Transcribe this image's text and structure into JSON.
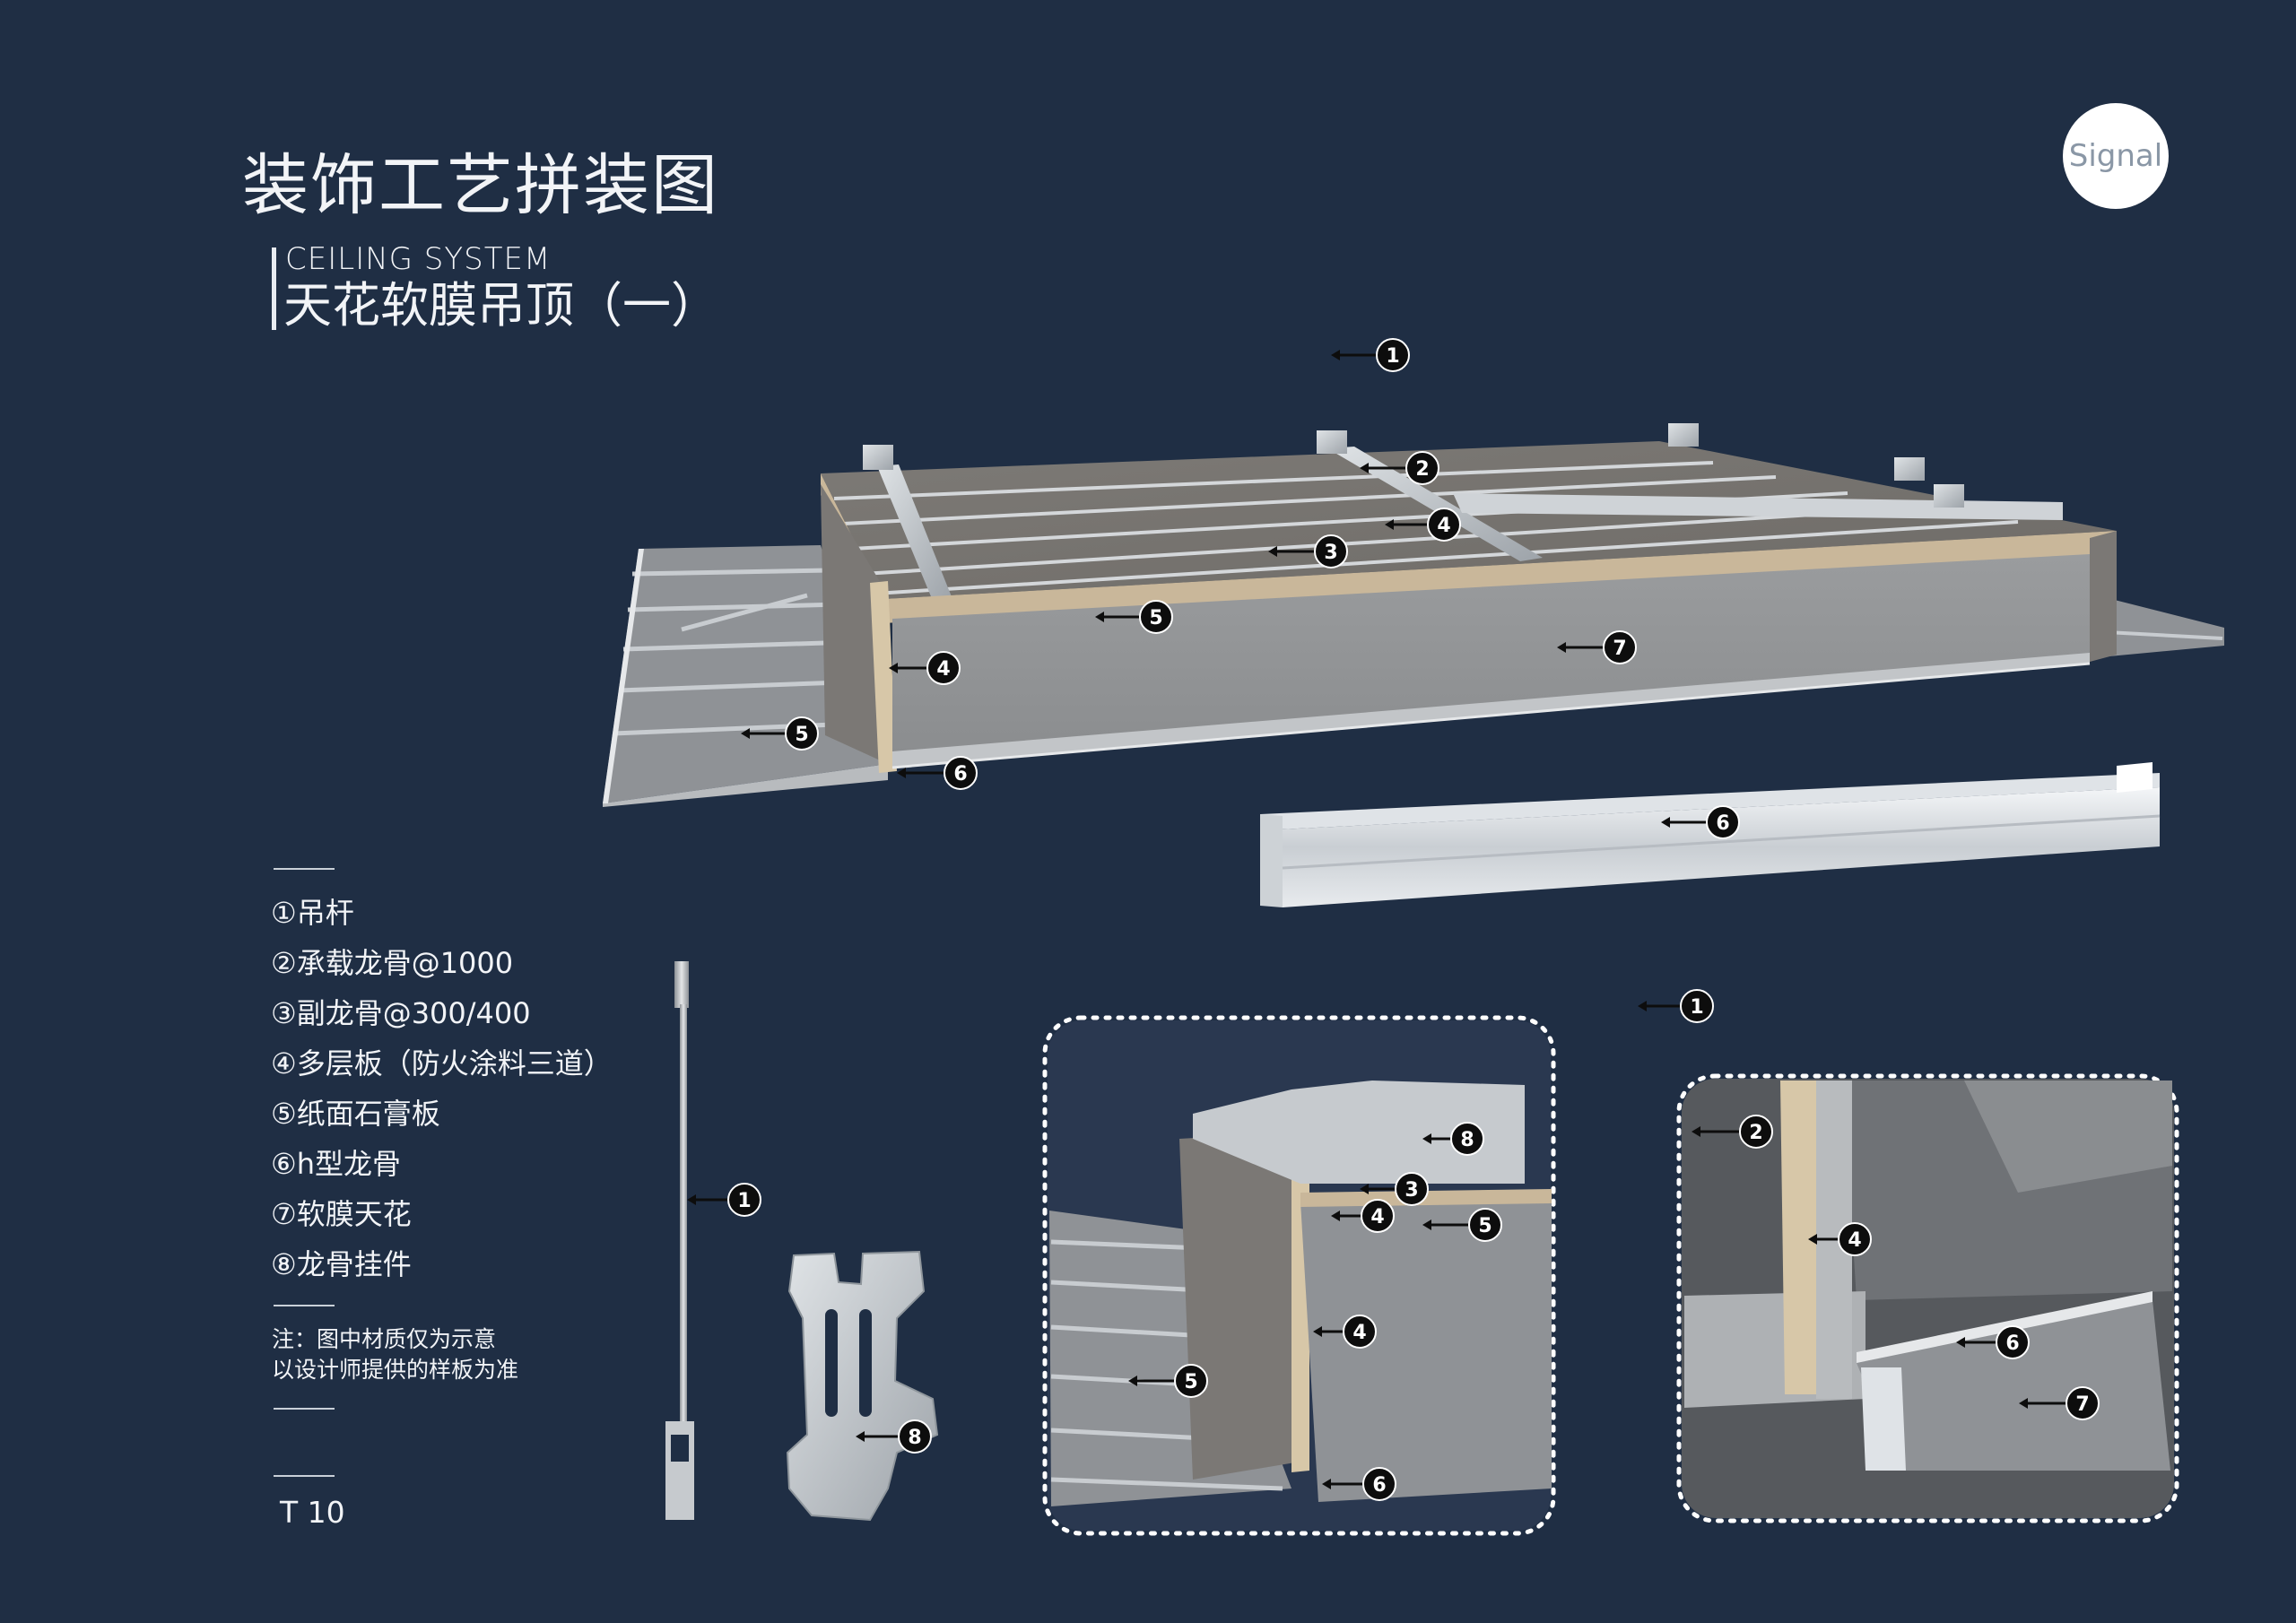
{
  "header": {
    "title": "装饰工艺拼装图",
    "subtitle_en": "CEILING SYSTEM",
    "subtitle_cn": "天花软膜吊顶（一）"
  },
  "logo": {
    "text": "Signal"
  },
  "legend": {
    "items": [
      "①吊杆",
      "②承载龙骨@1000",
      "③副龙骨@300/400",
      "④多层板（防火涂料三道）",
      "⑤纸面石膏板",
      "⑥h型龙骨",
      "⑦软膜天花",
      "⑧龙骨挂件"
    ]
  },
  "note": {
    "line1": "注：图中材质仅为示意",
    "line2": "以设计师提供的样板为准"
  },
  "page_number": "T 10",
  "callouts": {
    "c1": "1",
    "c2": "2",
    "c3": "3",
    "c4": "4",
    "c5": "5",
    "c6": "6",
    "c7": "7",
    "c8": "8"
  },
  "colors": {
    "background": "#1f2e44",
    "callout_fill": "#0d0d0d",
    "text": "#f2f4f7"
  }
}
